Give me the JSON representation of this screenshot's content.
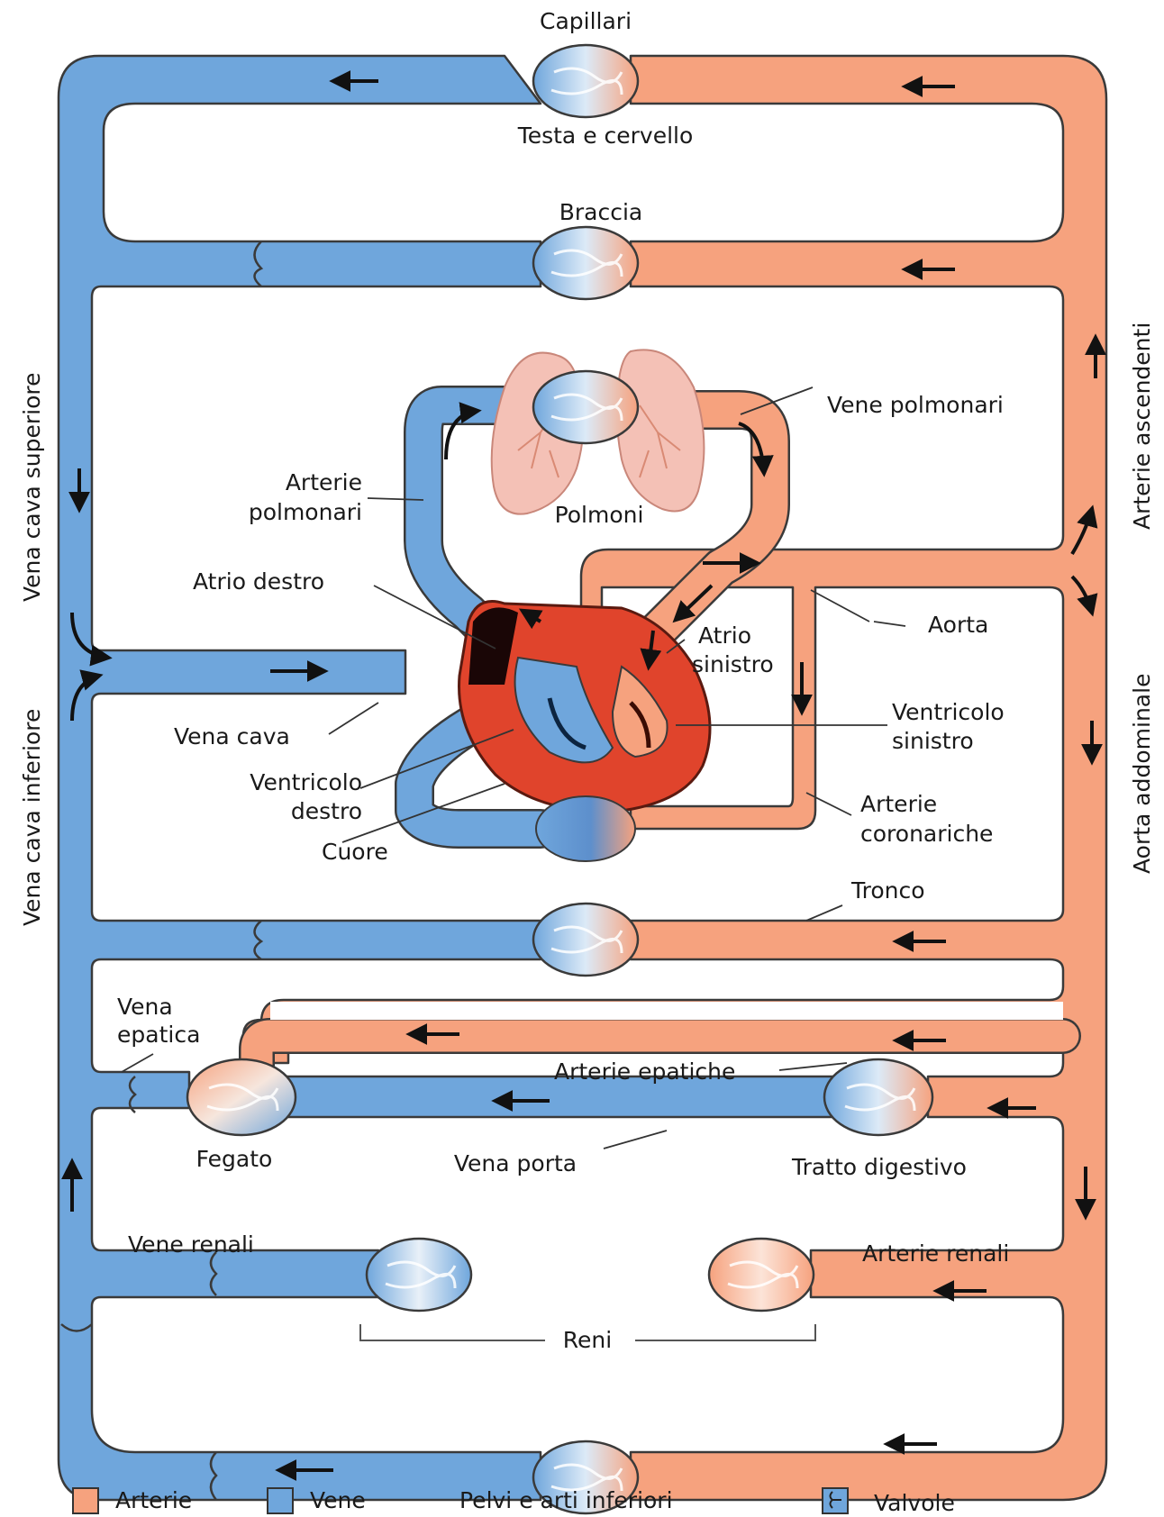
{
  "colors": {
    "artery": "#F6A27E",
    "vein": "#6FA6DC",
    "outline": "#3a3a3a",
    "heart": "#E0442C",
    "lung": "#F4C1B6"
  },
  "labels": {
    "capillari": "Capillari",
    "testa": "Testa e cervello",
    "braccia": "Braccia",
    "vene_polmonari": "Vene polmonari",
    "arterie_polmonari_1": "Arterie",
    "arterie_polmonari_2": "polmonari",
    "polmoni": "Polmoni",
    "atrio_destro": "Atrio destro",
    "aorta": "Aorta",
    "atrio_sinistro_1": "Atrio",
    "atrio_sinistro_2": "sinistro",
    "ventricolo_sinistro_1": "Ventricolo",
    "ventricolo_sinistro_2": "sinistro",
    "vena_cava": "Vena cava",
    "ventricolo_destro_1": "Ventricolo",
    "ventricolo_destro_2": "destro",
    "arterie_coronariche_1": "Arterie",
    "arterie_coronariche_2": "coronariche",
    "cuore": "Cuore",
    "tronco": "Tronco",
    "vena_epatica_1": "Vena",
    "vena_epatica_2": "epatica",
    "arterie_epatiche": "Arterie epatiche",
    "fegato": "Fegato",
    "vena_porta": "Vena porta",
    "tratto_digestivo": "Tratto digestivo",
    "vene_renali": "Vene renali",
    "arterie_renali": "Arterie renali",
    "reni": "Reni",
    "vena_cava_superiore": "Vena cava superiore",
    "vena_cava_inferiore": "Vena cava inferiore",
    "arterie_ascendenti": "Arterie ascendenti",
    "aorta_addominale": "Aorta addominale"
  },
  "legend": {
    "arterie": "Arterie",
    "vene": "Vene",
    "pelvi": "Pelvi e arti inferiori",
    "valvole": "Valvole"
  }
}
